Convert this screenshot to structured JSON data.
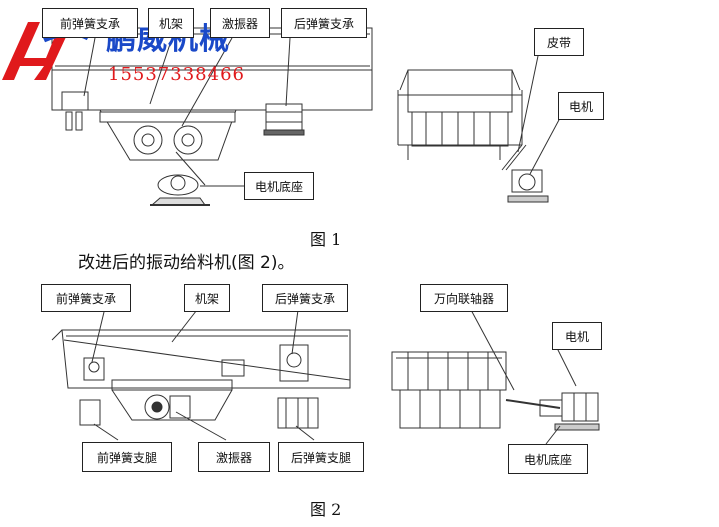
{
  "watermark": {
    "brand": "鹏威机械",
    "phone": "15537338466",
    "logo_color": "#e0191c",
    "brand_color": "#1a49c8"
  },
  "figure1": {
    "labels": {
      "front_spring": "前弹簧支承",
      "frame": "机架",
      "exciter": "激振器",
      "rear_spring": "后弹簧支承",
      "belt": "皮带",
      "motor": "电机",
      "motor_base": "电机底座"
    },
    "caption": "图 1"
  },
  "heading": "改进后的振动给料机(图 2)。",
  "figure2": {
    "labels": {
      "front_spring": "前弹簧支承",
      "frame": "机架",
      "rear_spring": "后弹簧支承",
      "universal_coupling": "万向联轴器",
      "motor": "电机",
      "front_leg": "前弹簧支腿",
      "exciter": "激振器",
      "rear_leg": "后弹簧支腿",
      "motor_base": "电机底座"
    },
    "caption": "图 2"
  }
}
